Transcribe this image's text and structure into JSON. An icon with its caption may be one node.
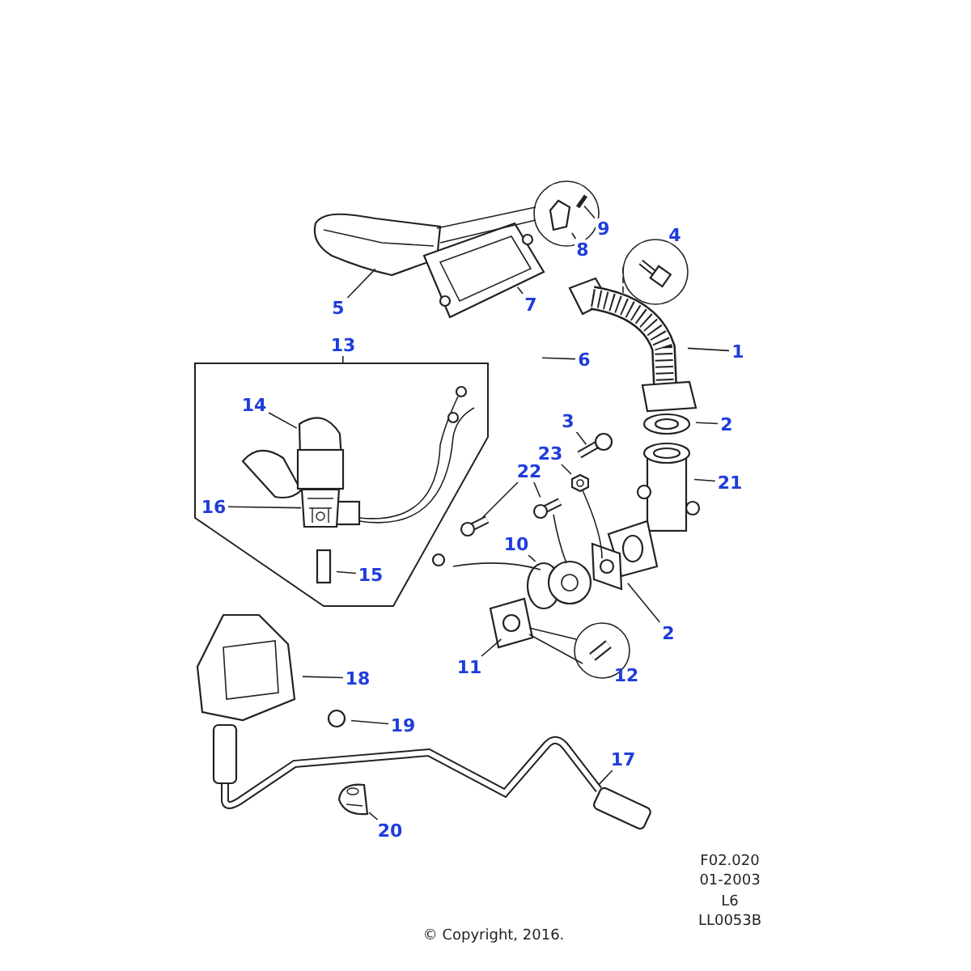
{
  "diagram": {
    "nodes": [
      {
        "text": [
          "1"
        ]
      },
      {
        "text": [
          "2"
        ]
      },
      {
        "text": [
          "3"
        ]
      },
      {
        "text": [
          "5"
        ]
      },
      {
        "text": [
          "6"
        ]
      },
      {
        "text": [
          "7"
        ]
      },
      {
        "text": [
          "8"
        ]
      },
      {
        "text": [
          "9"
        ]
      },
      {
        "text": [
          "10"
        ]
      },
      {
        "text": [
          "11"
        ]
      },
      {
        "text": [
          "13"
        ]
      },
      {
        "text": [],
        "shape": "box"
      },
      {
        "text": [
          "14"
        ],
        "in": 11
      },
      {
        "text": [
          "15"
        ],
        "in": 11
      },
      {
        "text": [
          "16"
        ],
        "in": 11
      },
      {
        "text": [
          "17"
        ]
      },
      {
        "text": [
          "18"
        ]
      },
      {
        "text": [
          "19"
        ]
      },
      {
        "text": [
          "20"
        ]
      },
      {
        "text": [
          "21"
        ]
      },
      {
        "text": [
          "22"
        ]
      },
      {
        "text": [
          "23"
        ]
      },
      {
        "text": [
          "2"
        ]
      },
      {
        "text": [],
        "shape": "picture"
      },
      {
        "text": [],
        "shape": "picture",
        "in": 11
      },
      {
        "text": [],
        "shape": "picture"
      },
      {
        "text": [],
        "shape": "picture"
      }
    ],
    "edges": [
      {
        "from": 0,
        "to": null,
        "arrow": "none"
      },
      {
        "from": 1,
        "to": null,
        "arrow": "none"
      },
      {
        "from": 2,
        "to": null,
        "arrow": "none"
      },
      {
        "from": 3,
        "to": null,
        "arrow": "none"
      },
      {
        "from": 4,
        "to": null,
        "arrow": "none"
      },
      {
        "from": 5,
        "to": null,
        "arrow": "none"
      },
      {
        "from": 6,
        "to": 23,
        "arrow": "none"
      },
      {
        "from": 7,
        "to": null,
        "arrow": "none"
      },
      {
        "from": 8,
        "to": null,
        "arrow": "none"
      },
      {
        "from": 9,
        "to": null,
        "arrow": "none"
      },
      {
        "from": 10,
        "to": 11,
        "arrow": "none"
      },
      {
        "from": 12,
        "to": null,
        "arrow": "none"
      },
      {
        "from": 13,
        "to": null,
        "arrow": "none"
      },
      {
        "from": 14,
        "to": 24,
        "arrow": "none"
      },
      {
        "from": 15,
        "to": null,
        "arrow": "none"
      },
      {
        "from": 16,
        "to": null,
        "arrow": "none"
      },
      {
        "from": 17,
        "to": null,
        "arrow": "none"
      },
      {
        "from": 18,
        "to": 25,
        "arrow": "none"
      },
      {
        "from": 19,
        "to": null,
        "arrow": "none"
      },
      {
        "from": 20,
        "to": null,
        "arrow": "none"
      },
      {
        "from": 20,
        "to": null,
        "arrow": "none"
      },
      {
        "from": 21,
        "to": 26,
        "arrow": "none"
      },
      {
        "from": 22,
        "to": null,
        "arrow": "none"
      }
    ],
    "labels": [
      "4",
      "12",
      "F02.020",
      "01-2003",
      "L6",
      "LL0053B",
      "© Copyright, 2016."
    ]
  }
}
